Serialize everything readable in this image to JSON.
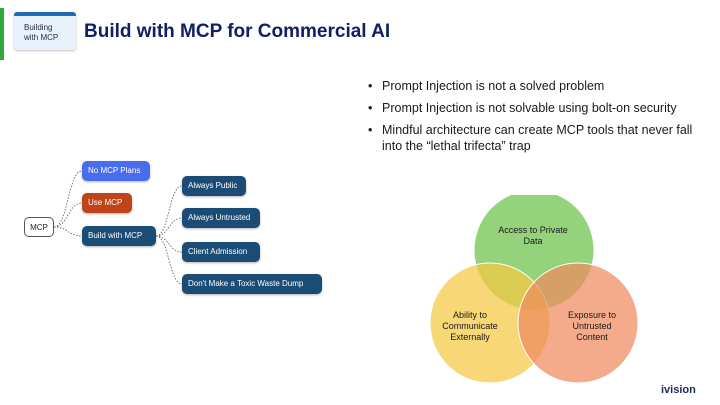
{
  "header": {
    "badge_line1": "Building",
    "badge_line2": "with MCP",
    "title": "Build with MCP for Commercial AI",
    "accent_color": "#2eaa3f"
  },
  "tree": {
    "root": "MCP",
    "branches": [
      {
        "label": "No MCP Plans",
        "color": "#4a6df0"
      },
      {
        "label": "Use MCP",
        "color": "#c0441a"
      },
      {
        "label": "Build with MCP",
        "color": "#1b4c75"
      }
    ],
    "children": [
      "Always Public",
      "Always Untrusted",
      "Client Admission",
      "Don't Make a Toxic Waste Dump"
    ]
  },
  "bullets": [
    "Prompt Injection is not a solved problem",
    "Prompt Injection is not solvable using bolt-on security",
    "Mindful architecture can create MCP tools that never fall into the “lethal trifecta” trap"
  ],
  "venn": {
    "top": {
      "line1": "Access to Private",
      "line2": "Data",
      "color": "#6cc04a"
    },
    "left": {
      "line1": "Ability to",
      "line2": "Communicate",
      "line3": "Externally",
      "color": "#f5c842"
    },
    "right": {
      "line1": "Exposure to",
      "line2": "Untrusted",
      "line3": "Content",
      "color": "#ee8a5e"
    }
  },
  "footer": {
    "logo": "ivision"
  }
}
